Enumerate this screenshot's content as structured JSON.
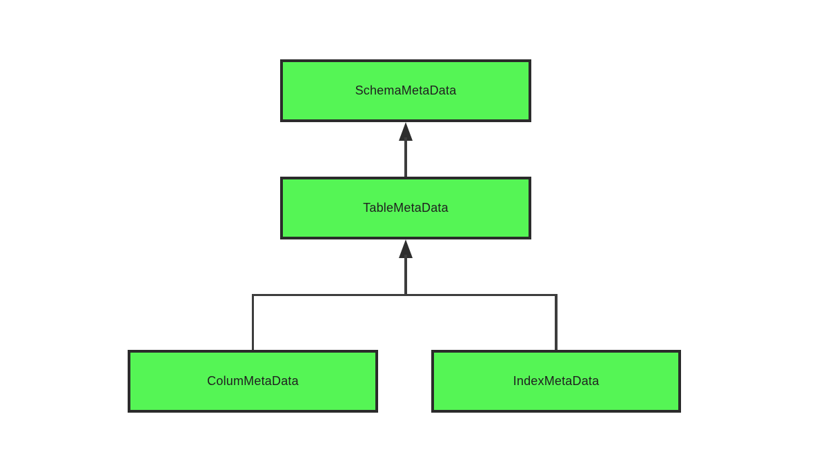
{
  "diagram": {
    "type": "class-hierarchy",
    "nodes": [
      {
        "id": "schema",
        "label": "SchemaMetaData"
      },
      {
        "id": "table",
        "label": "TableMetaData"
      },
      {
        "id": "colum",
        "label": "ColumMetaData"
      },
      {
        "id": "index",
        "label": "IndexMetaData"
      }
    ],
    "edges": [
      {
        "from": "TableMetaData",
        "to": "SchemaMetaData",
        "style": "solid-line-filled-arrow-up"
      },
      {
        "from": "ColumMetaData",
        "to": "TableMetaData",
        "style": "branch-to-filled-arrow-up"
      },
      {
        "from": "IndexMetaData",
        "to": "TableMetaData",
        "style": "branch-to-filled-arrow-up"
      }
    ],
    "colors": {
      "node_fill": "#55f555",
      "node_border": "#2b2b2b",
      "connector": "#3d3d3d",
      "arrow": "#2e2e2e",
      "text": "#1f1f1f",
      "background": "#ffffff"
    }
  }
}
